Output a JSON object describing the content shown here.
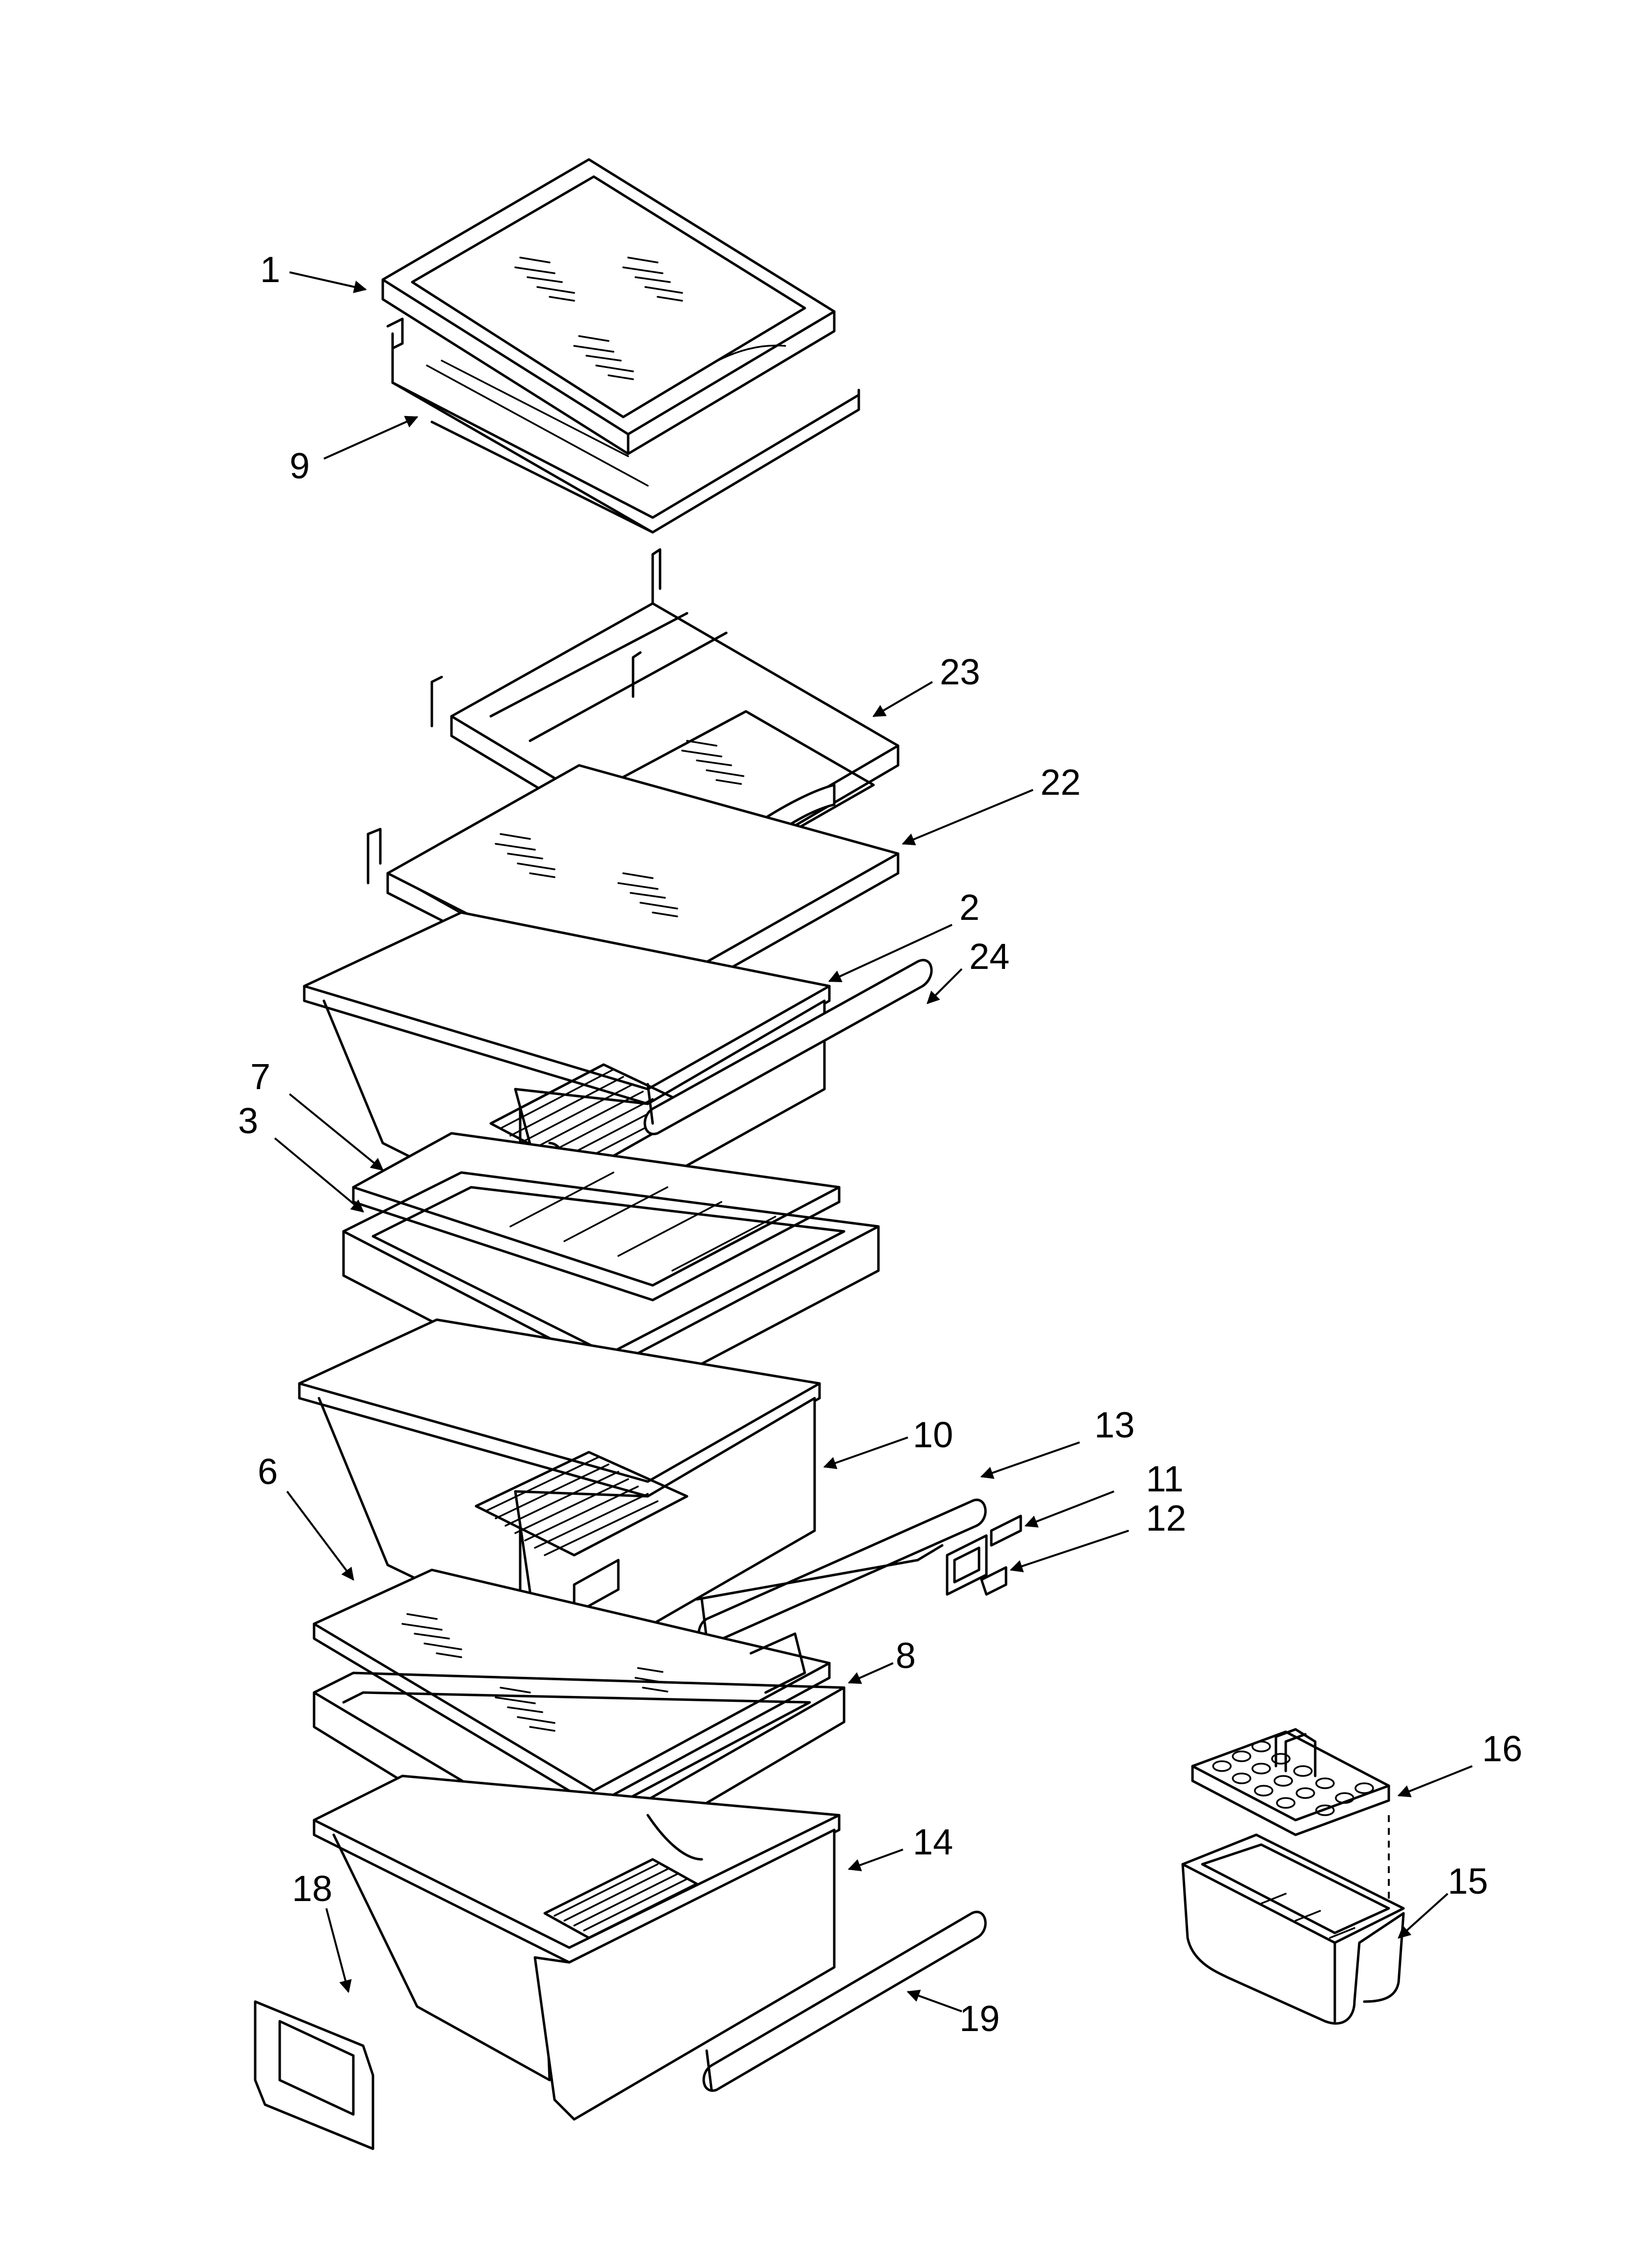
{
  "diagram": {
    "callouts": [
      {
        "id": "c1",
        "label": "1"
      },
      {
        "id": "c9",
        "label": "9"
      },
      {
        "id": "c23",
        "label": "23"
      },
      {
        "id": "c22",
        "label": "22"
      },
      {
        "id": "c2",
        "label": "2"
      },
      {
        "id": "c24",
        "label": "24"
      },
      {
        "id": "c7",
        "label": "7"
      },
      {
        "id": "c3",
        "label": "3"
      },
      {
        "id": "c10",
        "label": "10"
      },
      {
        "id": "c13",
        "label": "13"
      },
      {
        "id": "c11",
        "label": "11"
      },
      {
        "id": "c12",
        "label": "12"
      },
      {
        "id": "c6",
        "label": "6"
      },
      {
        "id": "c8",
        "label": "8"
      },
      {
        "id": "c16",
        "label": "16"
      },
      {
        "id": "c15",
        "label": "15"
      },
      {
        "id": "c14",
        "label": "14"
      },
      {
        "id": "c18",
        "label": "18"
      },
      {
        "id": "c19",
        "label": "19"
      }
    ]
  }
}
